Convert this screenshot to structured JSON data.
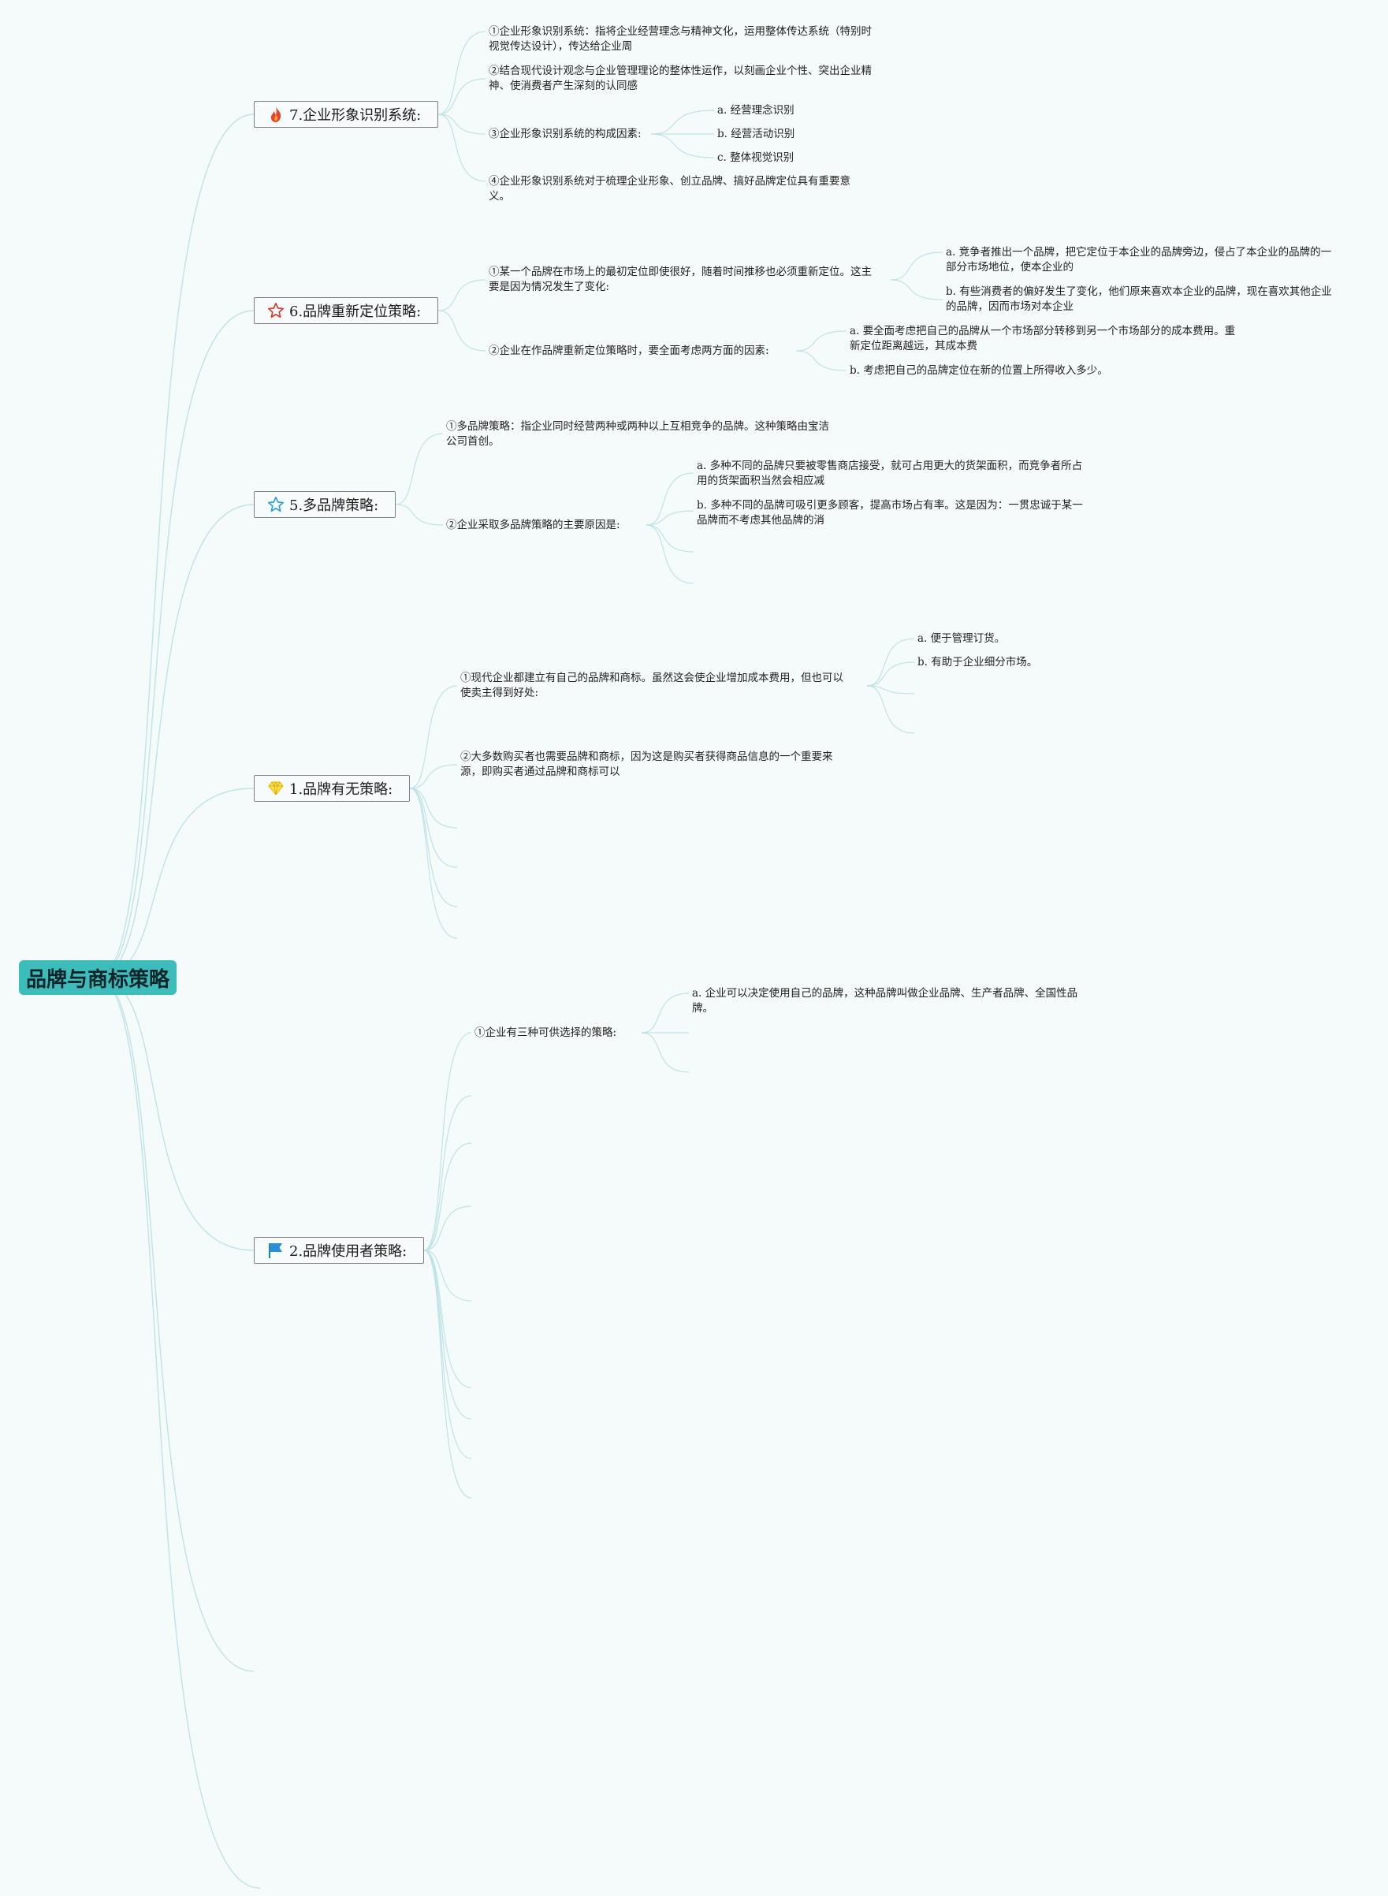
{
  "root": {
    "label": "品牌与商标策略"
  },
  "branches": [
    {
      "key": "b7",
      "label": "7.企业形象识别系统:",
      "icon": "fire-icon",
      "items": [
        {
          "text": "①企业形象识别系统：指将企业经营理念与精神文化，运用整体传达系统（特别时视觉传达设计），传达给企业周"
        },
        {
          "text": "②结合现代设计观念与企业管理理论的整体性运作，以刻画企业个性、突出企业精神、使消费者产生深刻的认同感"
        },
        {
          "text": "③企业形象识别系统的构成因素:",
          "children": [
            "a. 经营理念识别",
            "b. 经营活动识别",
            "c. 整体视觉识别"
          ]
        },
        {
          "text": "④企业形象识别系统对于梳理企业形象、创立品牌、搞好品牌定位具有重要意义。"
        }
      ]
    },
    {
      "key": "b6",
      "label": "6.品牌重新定位策略:",
      "icon": "star-outline-red-icon",
      "items": [
        {
          "text": "①某一个品牌在市场上的最初定位即使很好，随着时间推移也必须重新定位。这主要是因为情况发生了变化:",
          "children": [
            "a. 竞争者推出一个品牌，把它定位于本企业的品牌旁边，侵占了本企业的品牌的一部分市场地位，使本企业的",
            "b. 有些消费者的偏好发生了变化，他们原来喜欢本企业的品牌，现在喜欢其他企业的品牌，因而市场对本企业"
          ]
        },
        {
          "text": "②企业在作品牌重新定位策略时，要全面考虑两方面的因素:",
          "children": [
            "a. 要全面考虑把自己的品牌从一个市场部分转移到另一个市场部分的成本费用。重新定位距离越远，其成本费",
            "b. 考虑把自己的品牌定位在新的位置上所得收入多少。"
          ]
        }
      ]
    },
    {
      "key": "b5",
      "label": "5.多品牌策略:",
      "icon": "star-outline-blue-icon",
      "items": [
        {
          "text": "①多品牌策略：指企业同时经营两种或两种以上互相竞争的品牌。这种策略由宝洁公司首创。"
        },
        {
          "text": "②企业采取多品牌策略的主要原因是:",
          "children": [
            "a. 多种不同的品牌只要被零售商店接受，就可占用更大的货架面积，而竞争者所占用的货架面积当然会相应减",
            "b. 多种不同的品牌可吸引更多顾客，提高市场占有率。这是因为：一贯忠诚于某一品牌而不考虑其他品牌的消"
          ]
        }
      ]
    },
    {
      "key": "b1",
      "label": "1.品牌有无策略:",
      "icon": "diamond-icon",
      "items": [
        {
          "text": "①现代企业都建立有自己的品牌和商标。虽然这会使企业增加成本费用，但也可以使卖主得到好处:",
          "children": [
            "a. 便于管理订货。",
            "b. 有助于企业细分市场。"
          ]
        },
        {
          "text": "②大多数购买者也需要品牌和商标，因为这是购买者获得商品信息的一个重要来源，即购买者通过品牌和商标可以"
        }
      ]
    },
    {
      "key": "b2",
      "label": "2.品牌使用者策略:",
      "icon": "flag-icon",
      "items": [
        {
          "text": "①企业有三种可供选择的策略:",
          "children": [
            "a. 企业可以决定使用自己的品牌，这种品牌叫做企业品牌、生产者品牌、全国性品牌。"
          ]
        }
      ]
    }
  ],
  "colors": {
    "root_bg": "#3dbcbc",
    "connector": "#bfe3e6",
    "background": "#f5fafb"
  }
}
